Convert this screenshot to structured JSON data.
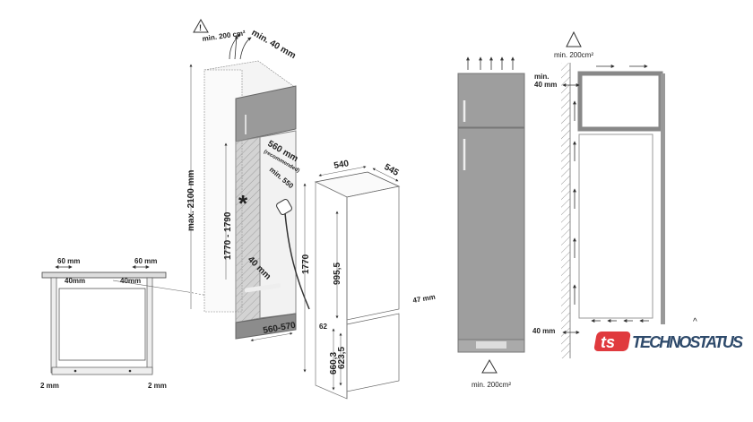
{
  "left_panel": {
    "top_offset_1": "60 mm",
    "top_offset_2": "60 mm",
    "gap_1": "40mm",
    "gap_2": "40mm",
    "side_gap_1": "2 mm",
    "side_gap_2": "2 mm"
  },
  "cabinet": {
    "vent_area": "min. 200 cm²",
    "top_gap": "min. 40 mm",
    "max_height": "max. 2100 mm",
    "niche_height": "1770 - 1790",
    "depth_recommended": "560 mm",
    "depth_note": "(recommended)",
    "min_depth": "min. 550",
    "rear_gap": "40 mm",
    "niche_width": "560-570",
    "asterisk": "*"
  },
  "appliance": {
    "width": "540",
    "depth": "545",
    "height": "1770",
    "upper_height": "995,5",
    "gap": "62",
    "door_gap": "47 mm",
    "lower_height_1": "660,3",
    "lower_height_2": "623,5"
  },
  "side_view": {
    "vent_top": "min. 200cm²",
    "min_label": "min.",
    "top_gap": "40 mm",
    "bottom_gap": "40 mm",
    "vent_bottom": "min. 200cm²"
  },
  "logo": {
    "mark": "ts",
    "text": "TECHNOSTATUS",
    "caret": "^",
    "brand_color": "#e03a3e",
    "text_color": "#2e4a6b"
  }
}
